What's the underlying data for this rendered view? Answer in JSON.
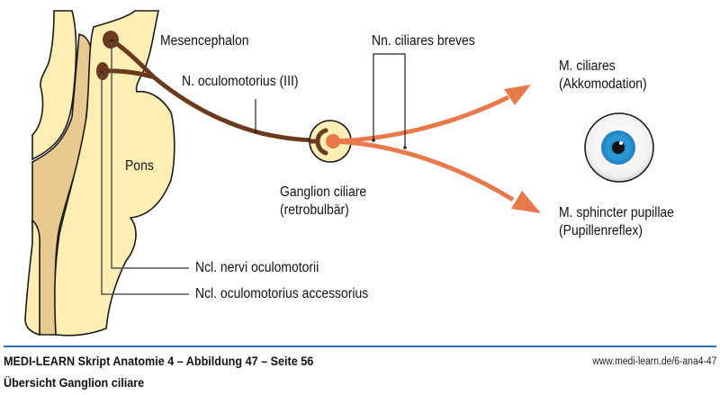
{
  "diagram": {
    "title": "Übersicht Ganglion ciliare",
    "labels": {
      "mesencephalon": "Mesencephalon",
      "pons": "Pons",
      "n_oculomotorius": "N. oculomotorius (III)",
      "nn_ciliares_breves": "Nn. ciliares breves",
      "ganglion_line1": "Ganglion ciliare",
      "ganglion_line2": "(retrobulbär)",
      "m_ciliares_line1": "M. ciliares",
      "m_ciliares_line2": "(Akkomodation)",
      "m_sphincter_line1": "M. sphincter pupillae",
      "m_sphincter_line2": "(Pupillenreflex)",
      "ncl_nervi": "Ncl. nervi oculomotorii",
      "ncl_accessorius": "Ncl. oculomotorius accessorius"
    },
    "colors": {
      "brainstem_light": "#fdeeb3",
      "brainstem_dark": "#e8c98f",
      "nerve_preganglionic": "#6b3a1c",
      "nerve_postganglionic": "#e8794a",
      "iris": "#2a9ad6",
      "outline": "#1a1a1a"
    },
    "icons": {
      "eye": "eyeball-icon",
      "arrow": "arrow-head-icon"
    }
  },
  "footer": {
    "source": "MEDI-LEARN Skript Anatomie 4 – Abbildung 47 – Seite 56",
    "url": "www.medi-learn.de/6-ana4-47",
    "caption": "Übersicht Ganglion ciliare",
    "rule_color": "#2b6cb5"
  }
}
